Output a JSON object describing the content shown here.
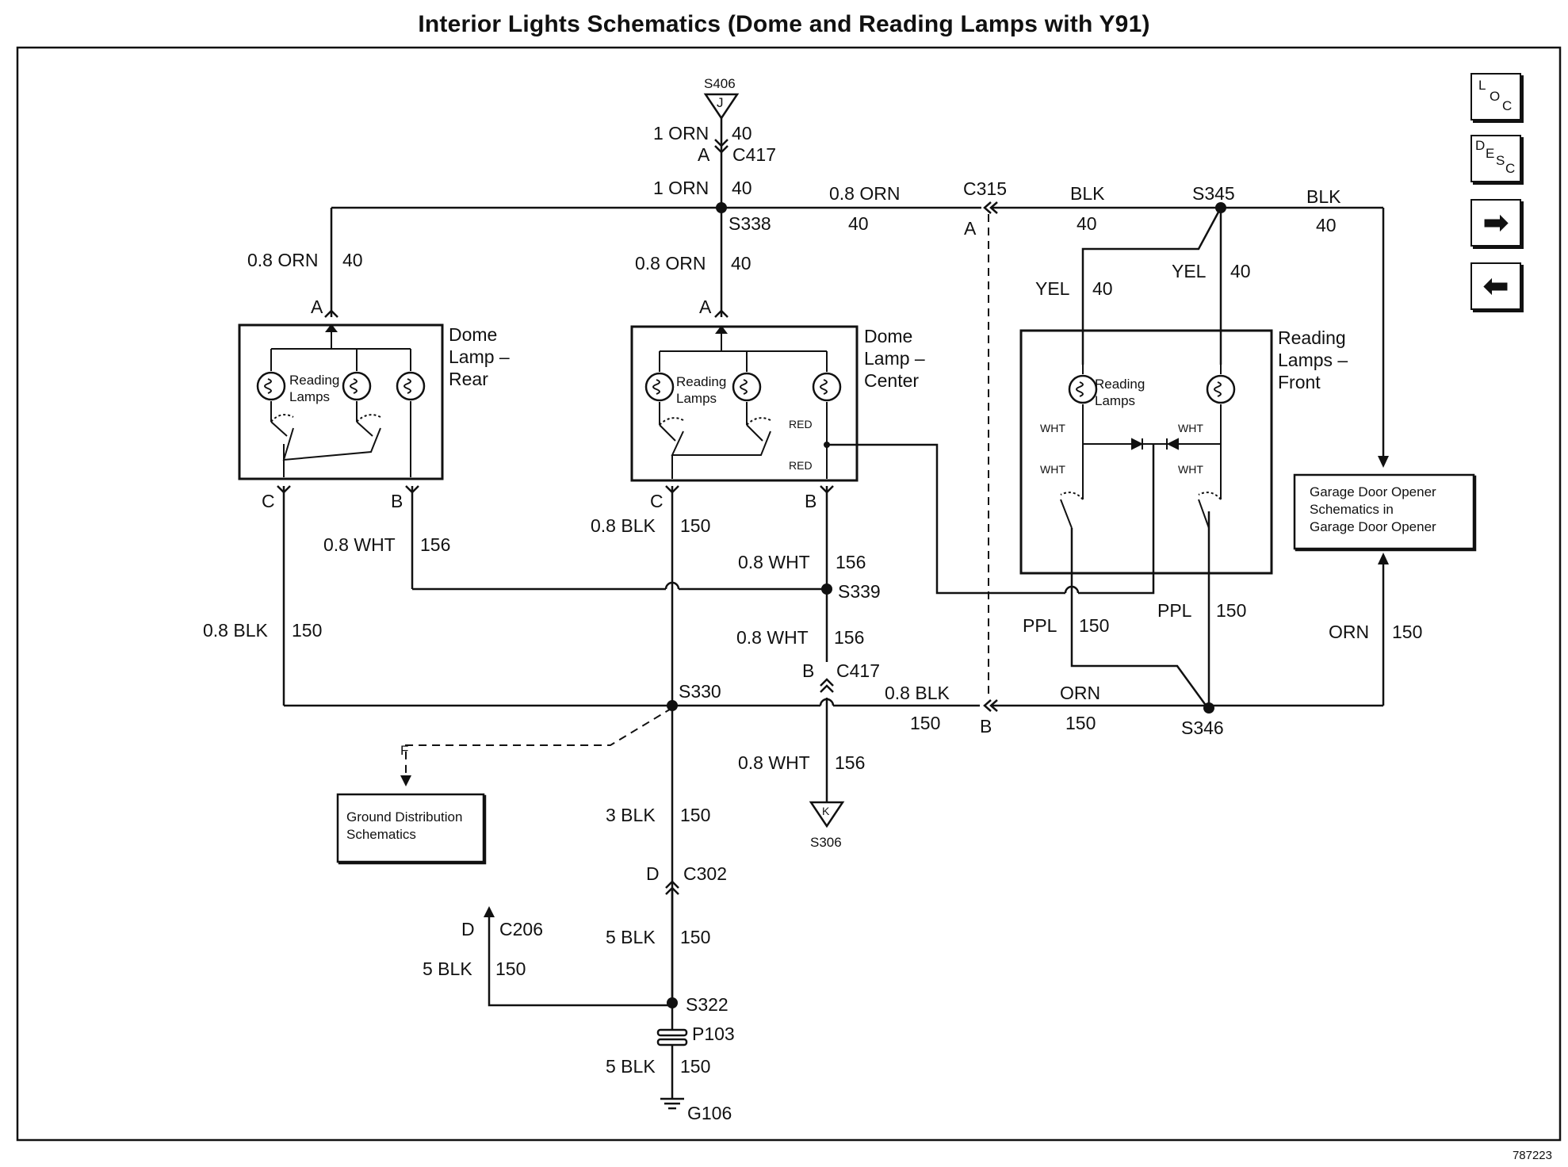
{
  "title": "Interior Lights Schematics (Dome and Reading Lamps with Y91)",
  "figure_id": "787223",
  "nav": {
    "loc": [
      "L",
      "O",
      "C"
    ],
    "desc": [
      "D",
      "E",
      "S",
      "C"
    ],
    "next": "➡",
    "prev": "⬅"
  },
  "components": {
    "dome_rear": [
      "Dome",
      "Lamp –",
      "Rear"
    ],
    "dome_center": [
      "Dome",
      "Lamp –",
      "Center"
    ],
    "reading_front": [
      "Reading",
      "Lamps –",
      "Front"
    ],
    "reading_lamps": [
      "Reading",
      "Lamps"
    ],
    "garage": [
      "Garage Door Opener",
      "Schematics in",
      "Garage Door Opener"
    ],
    "ground_dist": [
      "Ground Distribution",
      "Schematics"
    ]
  },
  "splices": {
    "s406": "S406",
    "s338": "S338",
    "s345": "S345",
    "s339": "S339",
    "s330": "S330",
    "s346": "S346",
    "s322": "S322",
    "s306": "S306",
    "p103": "P103",
    "g106": "G106"
  },
  "connectors": {
    "c417": "C417",
    "c315": "C315",
    "c302": "C302",
    "c206": "C206"
  },
  "pins": {
    "a": "A",
    "b": "B",
    "c": "C",
    "d": "D",
    "j": "J",
    "k": "K",
    "f": "F"
  },
  "wires": {
    "orn_1": "1 ORN",
    "orn_08": "0.8 ORN",
    "orn": "ORN",
    "blk": "BLK",
    "yel": "YEL",
    "wht": "WHT",
    "red": "RED",
    "ppl": "PPL",
    "blk_08": "0.8 BLK",
    "wht_08": "0.8 WHT",
    "blk_3": "3 BLK",
    "blk_5": "5 BLK",
    "c40": "40",
    "c150": "150",
    "c156": "156"
  }
}
